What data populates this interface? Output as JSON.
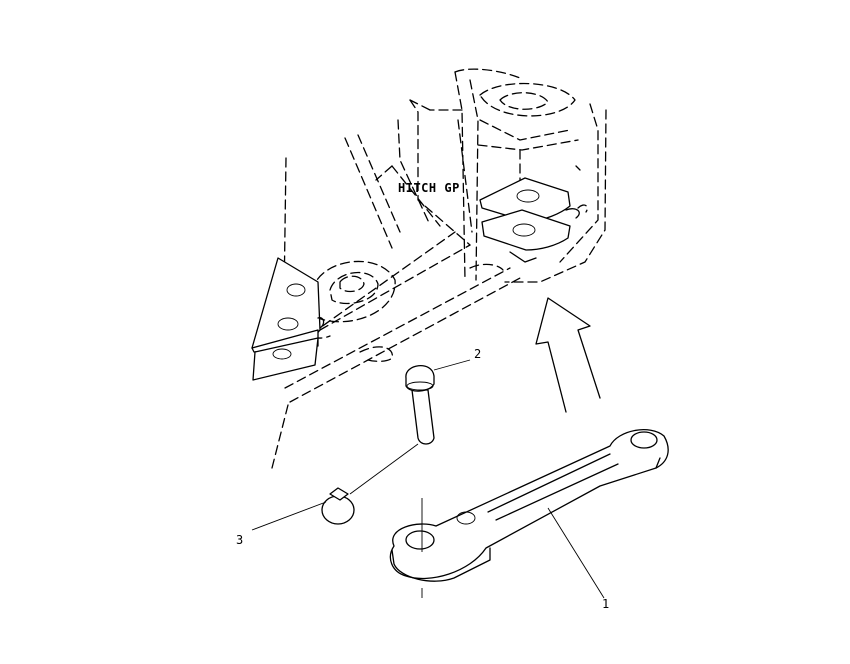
{
  "diagram": {
    "assembly_label": "HITCH GP",
    "callouts": [
      {
        "id": "1",
        "text": "1"
      },
      {
        "id": "2",
        "text": "2"
      },
      {
        "id": "3",
        "text": "3"
      }
    ]
  }
}
